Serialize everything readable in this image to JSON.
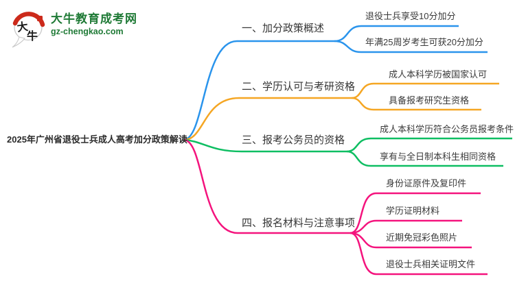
{
  "page": {
    "background": "#ffffff"
  },
  "logo": {
    "site_name": "大牛教育成考网",
    "site_url": "gz-chengkao.com",
    "bubble_char1": "大",
    "bubble_char2": "牛",
    "brand_green": "#1F7A36",
    "seal_red": "#CC2A1B"
  },
  "mindmap": {
    "root": {
      "label": "2025年广州省退役士兵成人高考加分政策解读"
    },
    "branches": [
      {
        "label": "一、加分政策概述",
        "color": "#2A94EC",
        "children": [
          "退役士兵享受10分加分",
          "年满25周岁考生可获20分加分"
        ]
      },
      {
        "label": "二、学历认可与考研资格",
        "color": "#F5A623",
        "children": [
          "成人本科学历被国家认可",
          "具备报考研究生资格"
        ]
      },
      {
        "label": "三、报考公务员的资格",
        "color": "#0EBE62",
        "children": [
          "成人本科学历符合公务员报考条件",
          "享有与全日制本科生相同资格"
        ]
      },
      {
        "label": "四、报名材料与注意事项",
        "color": "#F4137D",
        "children": [
          "身份证原件及复印件",
          "学历证明材料",
          "近期免冠彩色照片",
          "退役士兵相关证明文件"
        ]
      }
    ]
  }
}
